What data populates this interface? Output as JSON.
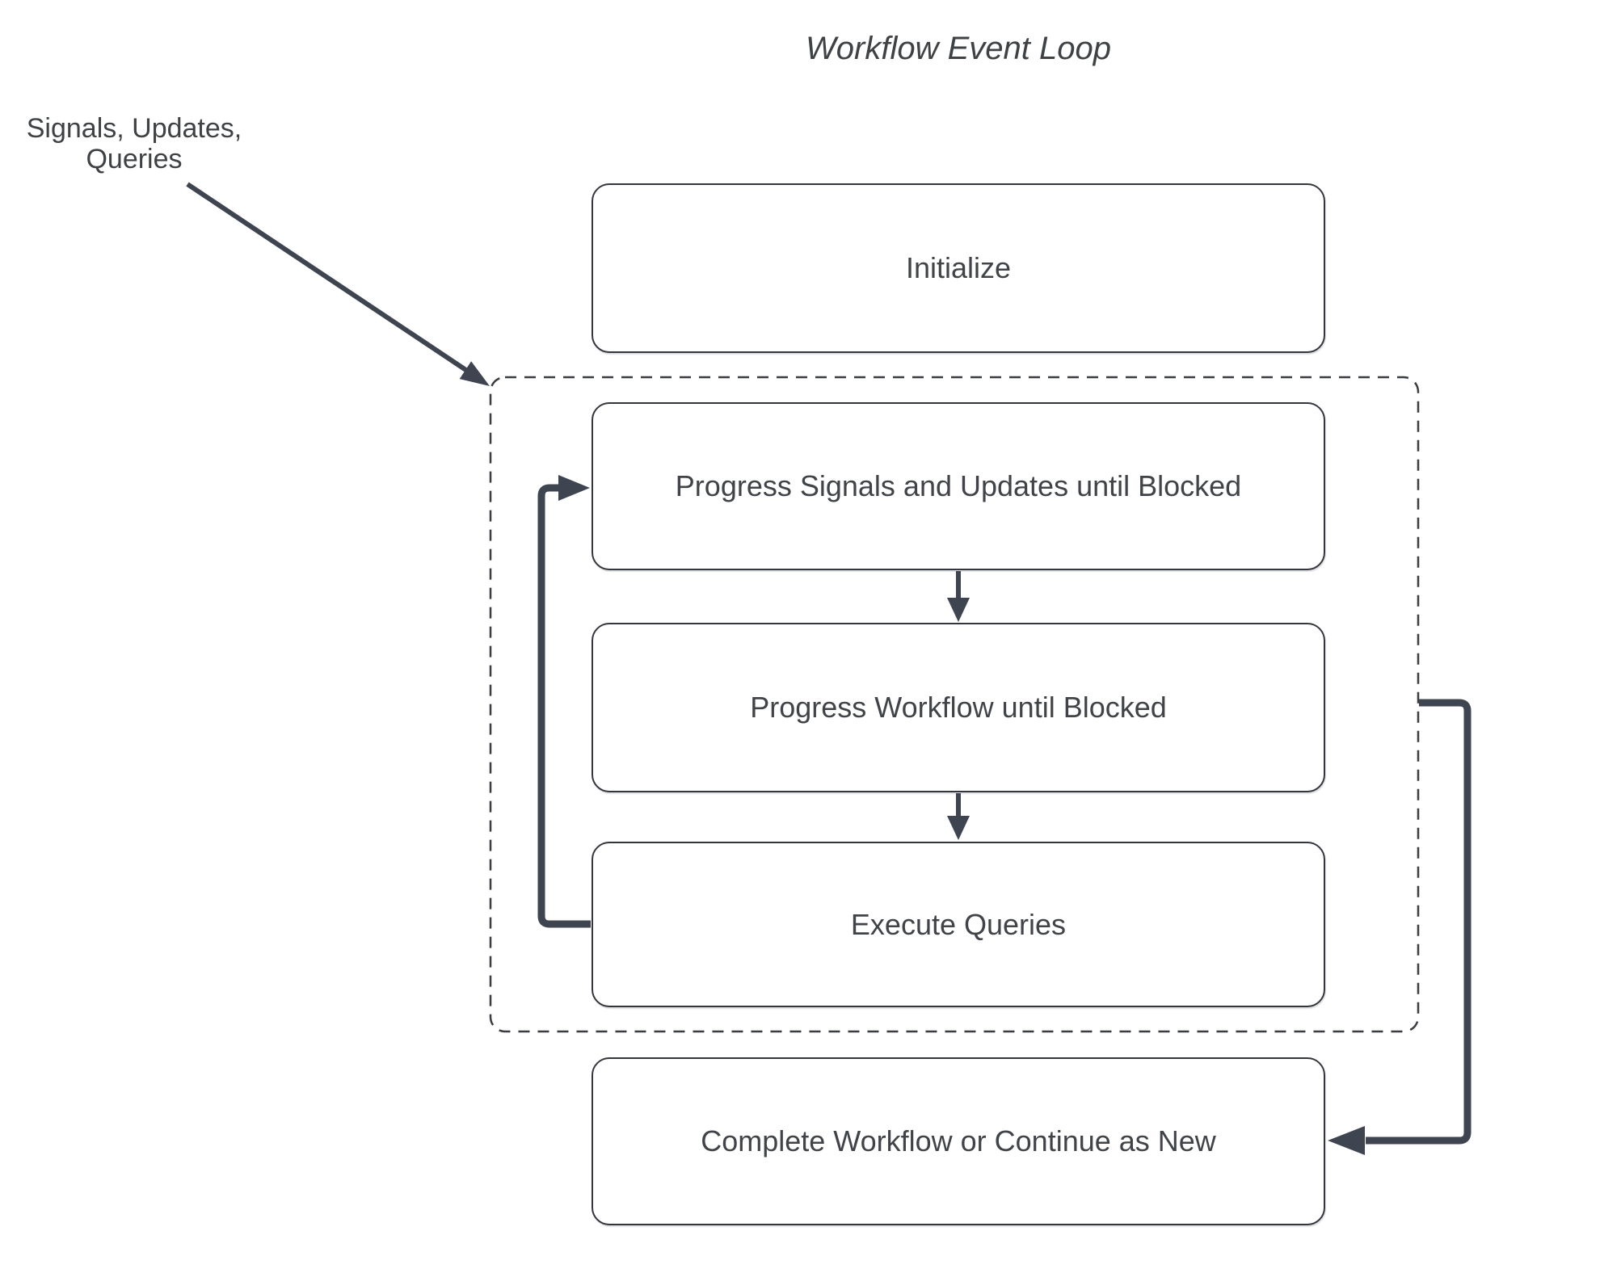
{
  "page": {
    "title": "Workflow Event Loop"
  },
  "annotation": {
    "lines": [
      "Signals, Updates,",
      "Queries"
    ]
  },
  "nodes": {
    "initialize": {
      "label": "Initialize"
    },
    "progress_signals": {
      "label": "Progress Signals and Updates until Blocked"
    },
    "progress_workflow": {
      "label": "Progress Workflow until Blocked"
    },
    "execute_queries": {
      "label": "Execute Queries"
    },
    "complete": {
      "label": "Complete Workflow or Continue as New"
    }
  },
  "colors": {
    "background": "#ffffff",
    "connector": "#3e4450",
    "box_border": "#33363c",
    "dashed_border": "#3a3d42",
    "text": "#404347"
  }
}
